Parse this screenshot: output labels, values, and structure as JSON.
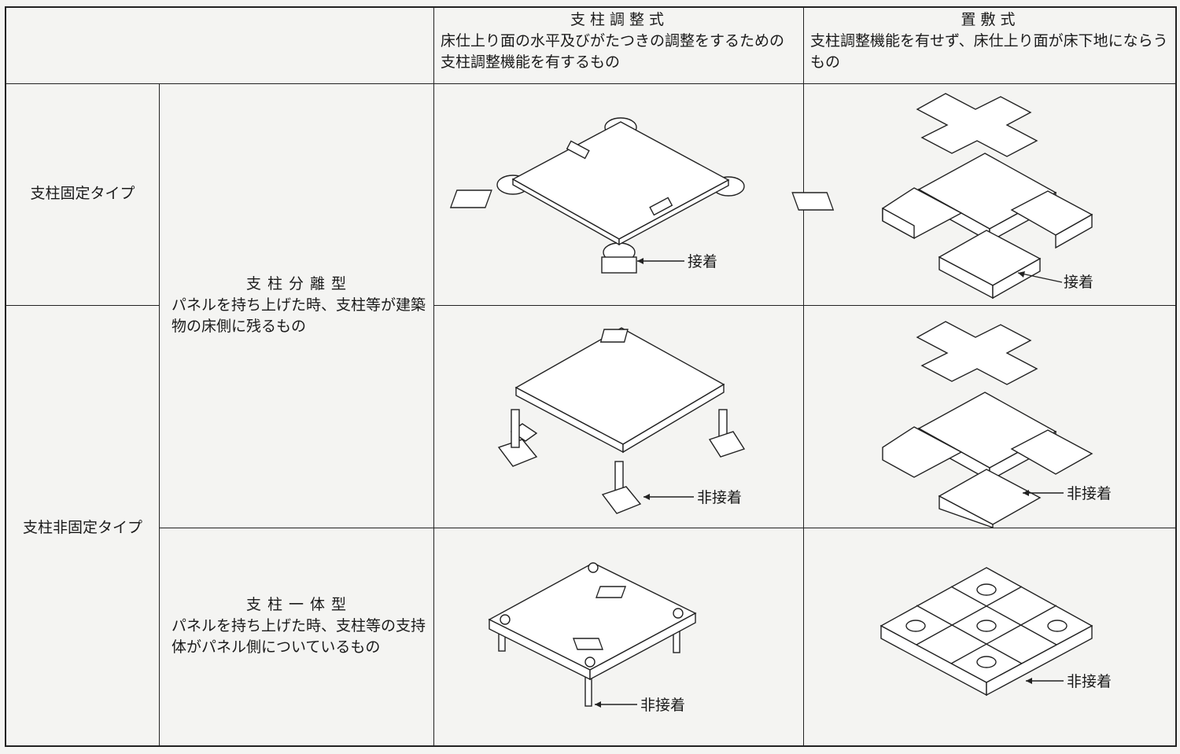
{
  "header": {
    "col_adjust": {
      "title": "支柱調整式",
      "description": "床仕上り面の水平及びがたつきの調整をするための支柱調整機能を有するもの"
    },
    "col_laid": {
      "title": "置敷式",
      "description": "支柱調整機能を有せず、床仕上り面が床下地にならうもの"
    }
  },
  "rows": {
    "fixed_type": "支柱固定タイプ",
    "nonfixed_type": "支柱非固定タイプ"
  },
  "subtypes": {
    "separate": {
      "title": "支柱分離型",
      "description": "パネルを持ち上げた時、支柱等が建築物の床側に残るもの"
    },
    "integrated": {
      "title": "支柱一体型",
      "description": "パネルを持ち上げた時、支柱等の支持体がパネル側についているもの"
    }
  },
  "annotations": {
    "adhered": "接着",
    "non_adhered": "非接着"
  }
}
